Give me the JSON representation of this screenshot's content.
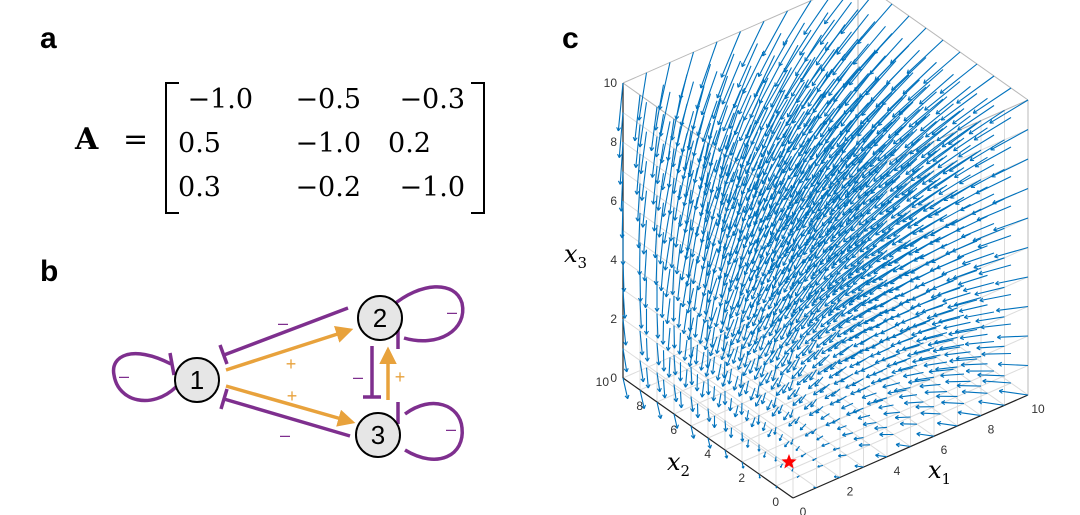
{
  "panels": {
    "a": "a",
    "b": "b",
    "c": "c"
  },
  "matrix": {
    "name": "A",
    "equals": "=",
    "rows": [
      [
        "−1.0",
        "−0.5",
        "−0.3"
      ],
      [
        "0.5",
        "−1.0",
        "0.2"
      ],
      [
        "0.3",
        "−0.2",
        "−1.0"
      ]
    ]
  },
  "network": {
    "nodes": [
      {
        "id": "1",
        "label": "1"
      },
      {
        "id": "2",
        "label": "2"
      },
      {
        "id": "3",
        "label": "3"
      }
    ],
    "edges": [
      {
        "from": "1",
        "to": "2",
        "sign": "+",
        "kind": "activation"
      },
      {
        "from": "1",
        "to": "3",
        "sign": "+",
        "kind": "activation"
      },
      {
        "from": "3",
        "to": "2",
        "sign": "+",
        "kind": "activation"
      },
      {
        "from": "2",
        "to": "1",
        "sign": "–",
        "kind": "inhibition"
      },
      {
        "from": "3",
        "to": "1",
        "sign": "–",
        "kind": "inhibition"
      },
      {
        "from": "2",
        "to": "3",
        "sign": "–",
        "kind": "inhibition"
      },
      {
        "from": "1",
        "to": "1",
        "sign": "–",
        "kind": "self-inhibition"
      },
      {
        "from": "2",
        "to": "2",
        "sign": "–",
        "kind": "self-inhibition"
      },
      {
        "from": "3",
        "to": "3",
        "sign": "–",
        "kind": "self-inhibition"
      }
    ],
    "colors": {
      "activation": "#E8A23C",
      "inhibition": "#7E2F8E",
      "node_fill": "#E6E6E6"
    }
  },
  "plot3d": {
    "type": "quiver3",
    "x1_label": "x",
    "x1_sub": "1",
    "x2_label": "x",
    "x2_sub": "2",
    "x3_label": "x",
    "x3_sub": "3",
    "x1_ticks": [
      "0",
      "2",
      "4",
      "6",
      "8",
      "10"
    ],
    "x2_ticks": [
      "0",
      "2",
      "4",
      "6",
      "8",
      "10"
    ],
    "x3_ticks": [
      "0",
      "2",
      "4",
      "6",
      "8",
      "10"
    ],
    "range": [
      0,
      10
    ],
    "grid_step": 1,
    "equilibrium": [
      0,
      0,
      0
    ],
    "arrow_color": "#0072BD",
    "marker_color": "#FF0000",
    "marker": "pentagram"
  }
}
